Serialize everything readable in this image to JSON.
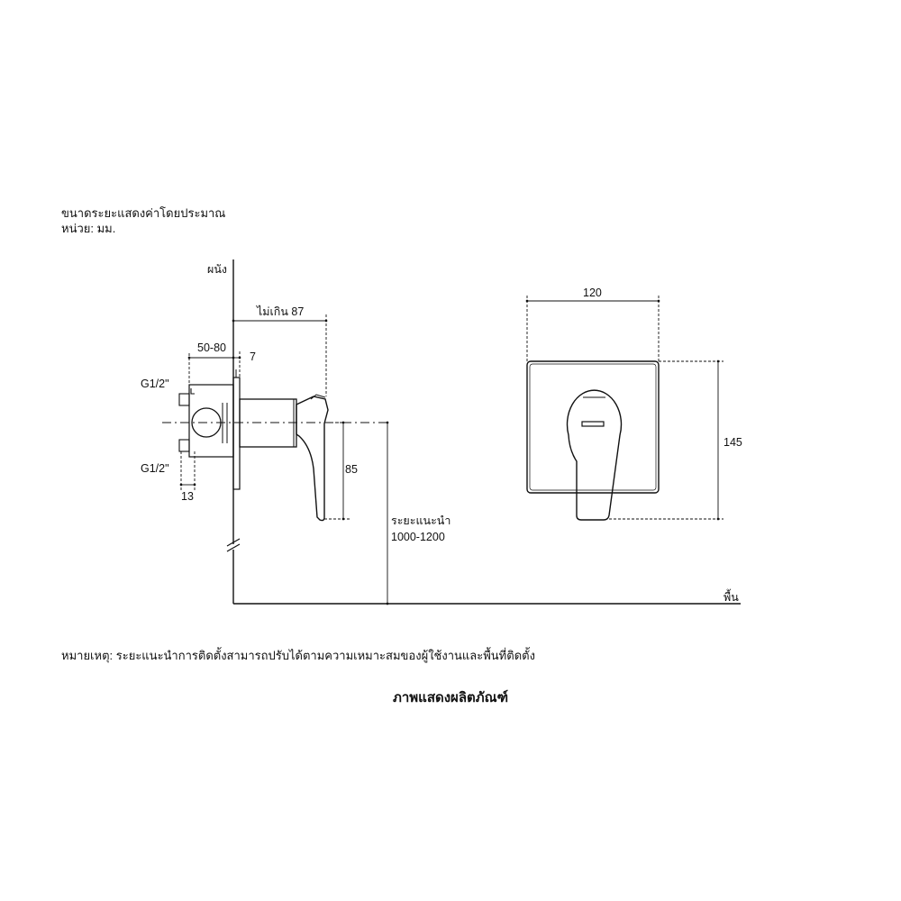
{
  "header": {
    "line1": "ขนาดระยะแสดงค่าโดยประมาณ",
    "line2": "หน่วย: มม."
  },
  "side_view": {
    "wall_label": "ผนัง",
    "floor_label": "พื้น",
    "dim_max_depth": "ไม่เกิน 87",
    "dim_body_depth": "50-80",
    "dim_plate": "7",
    "dim_thread_top": "G1/2\"",
    "dim_thread_bottom": "G1/2\"",
    "dim_13": "13",
    "dim_85": "85",
    "recommend_label": "ระยะแนะนำ",
    "recommend_value": "1000-1200"
  },
  "front_view": {
    "dim_width": "120",
    "dim_height": "145"
  },
  "footer": {
    "remark": "หมายเหตุ: ระยะแนะนำการติดตั้งสามารถปรับได้ตามความเหมาะสมของผู้ใช้งานและพื้นที่ติดตั้ง",
    "title": "ภาพแสดงผลิตภัณฑ์"
  },
  "colors": {
    "line": "#111111",
    "background": "#ffffff"
  }
}
